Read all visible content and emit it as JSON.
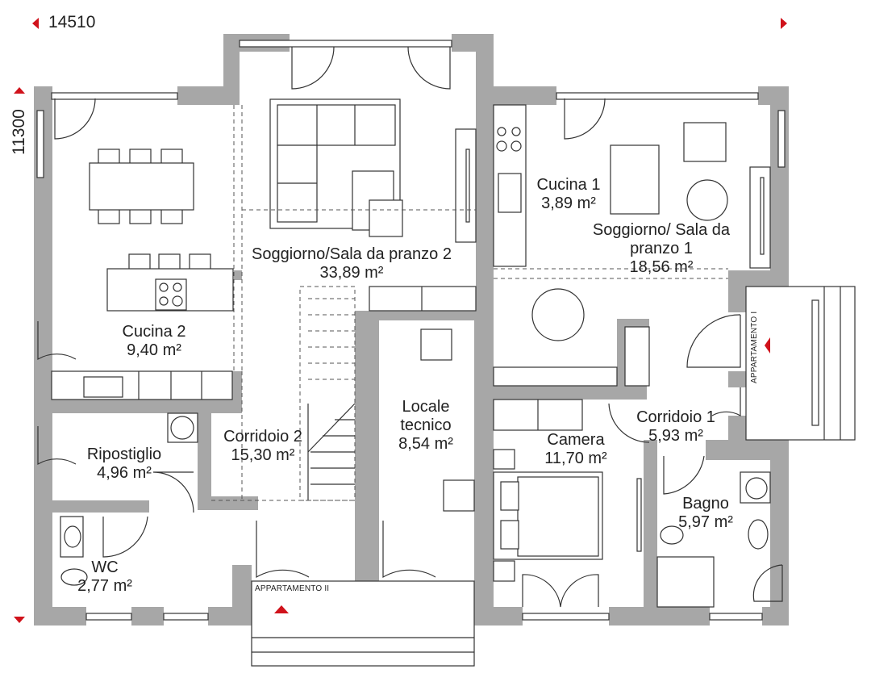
{
  "dimensions": {
    "width": "14510",
    "height": "11300"
  },
  "colors": {
    "accent": "#d0121b",
    "wall": "#a7a7a7"
  },
  "rooms": [
    {
      "name": "Cucina 2",
      "area": "9,40 m²"
    },
    {
      "name": "Soggiorno/Sala da pranzo 2",
      "area": "33,89 m²"
    },
    {
      "name": "Cucina 1",
      "area": "3,89 m²"
    },
    {
      "name": "Soggiorno/ Sala da pranzo 1",
      "area": "18,56 m²"
    },
    {
      "name": "Ripostiglio",
      "area": "4,96 m²"
    },
    {
      "name": "Corridoio 2",
      "area": "15,30 m²"
    },
    {
      "name": "Locale tecnico",
      "area": "8,54 m²"
    },
    {
      "name": "Camera",
      "area": "11,70 m²"
    },
    {
      "name": "Corridoio 1",
      "area": "5,93 m²"
    },
    {
      "name": "Bagno",
      "area": "5,97 m²"
    },
    {
      "name": "WC",
      "area": "2,77 m²"
    }
  ],
  "entrances": {
    "apartment_1": "APPARTAMENTO I",
    "apartment_2": "APPARTAMENTO II"
  }
}
